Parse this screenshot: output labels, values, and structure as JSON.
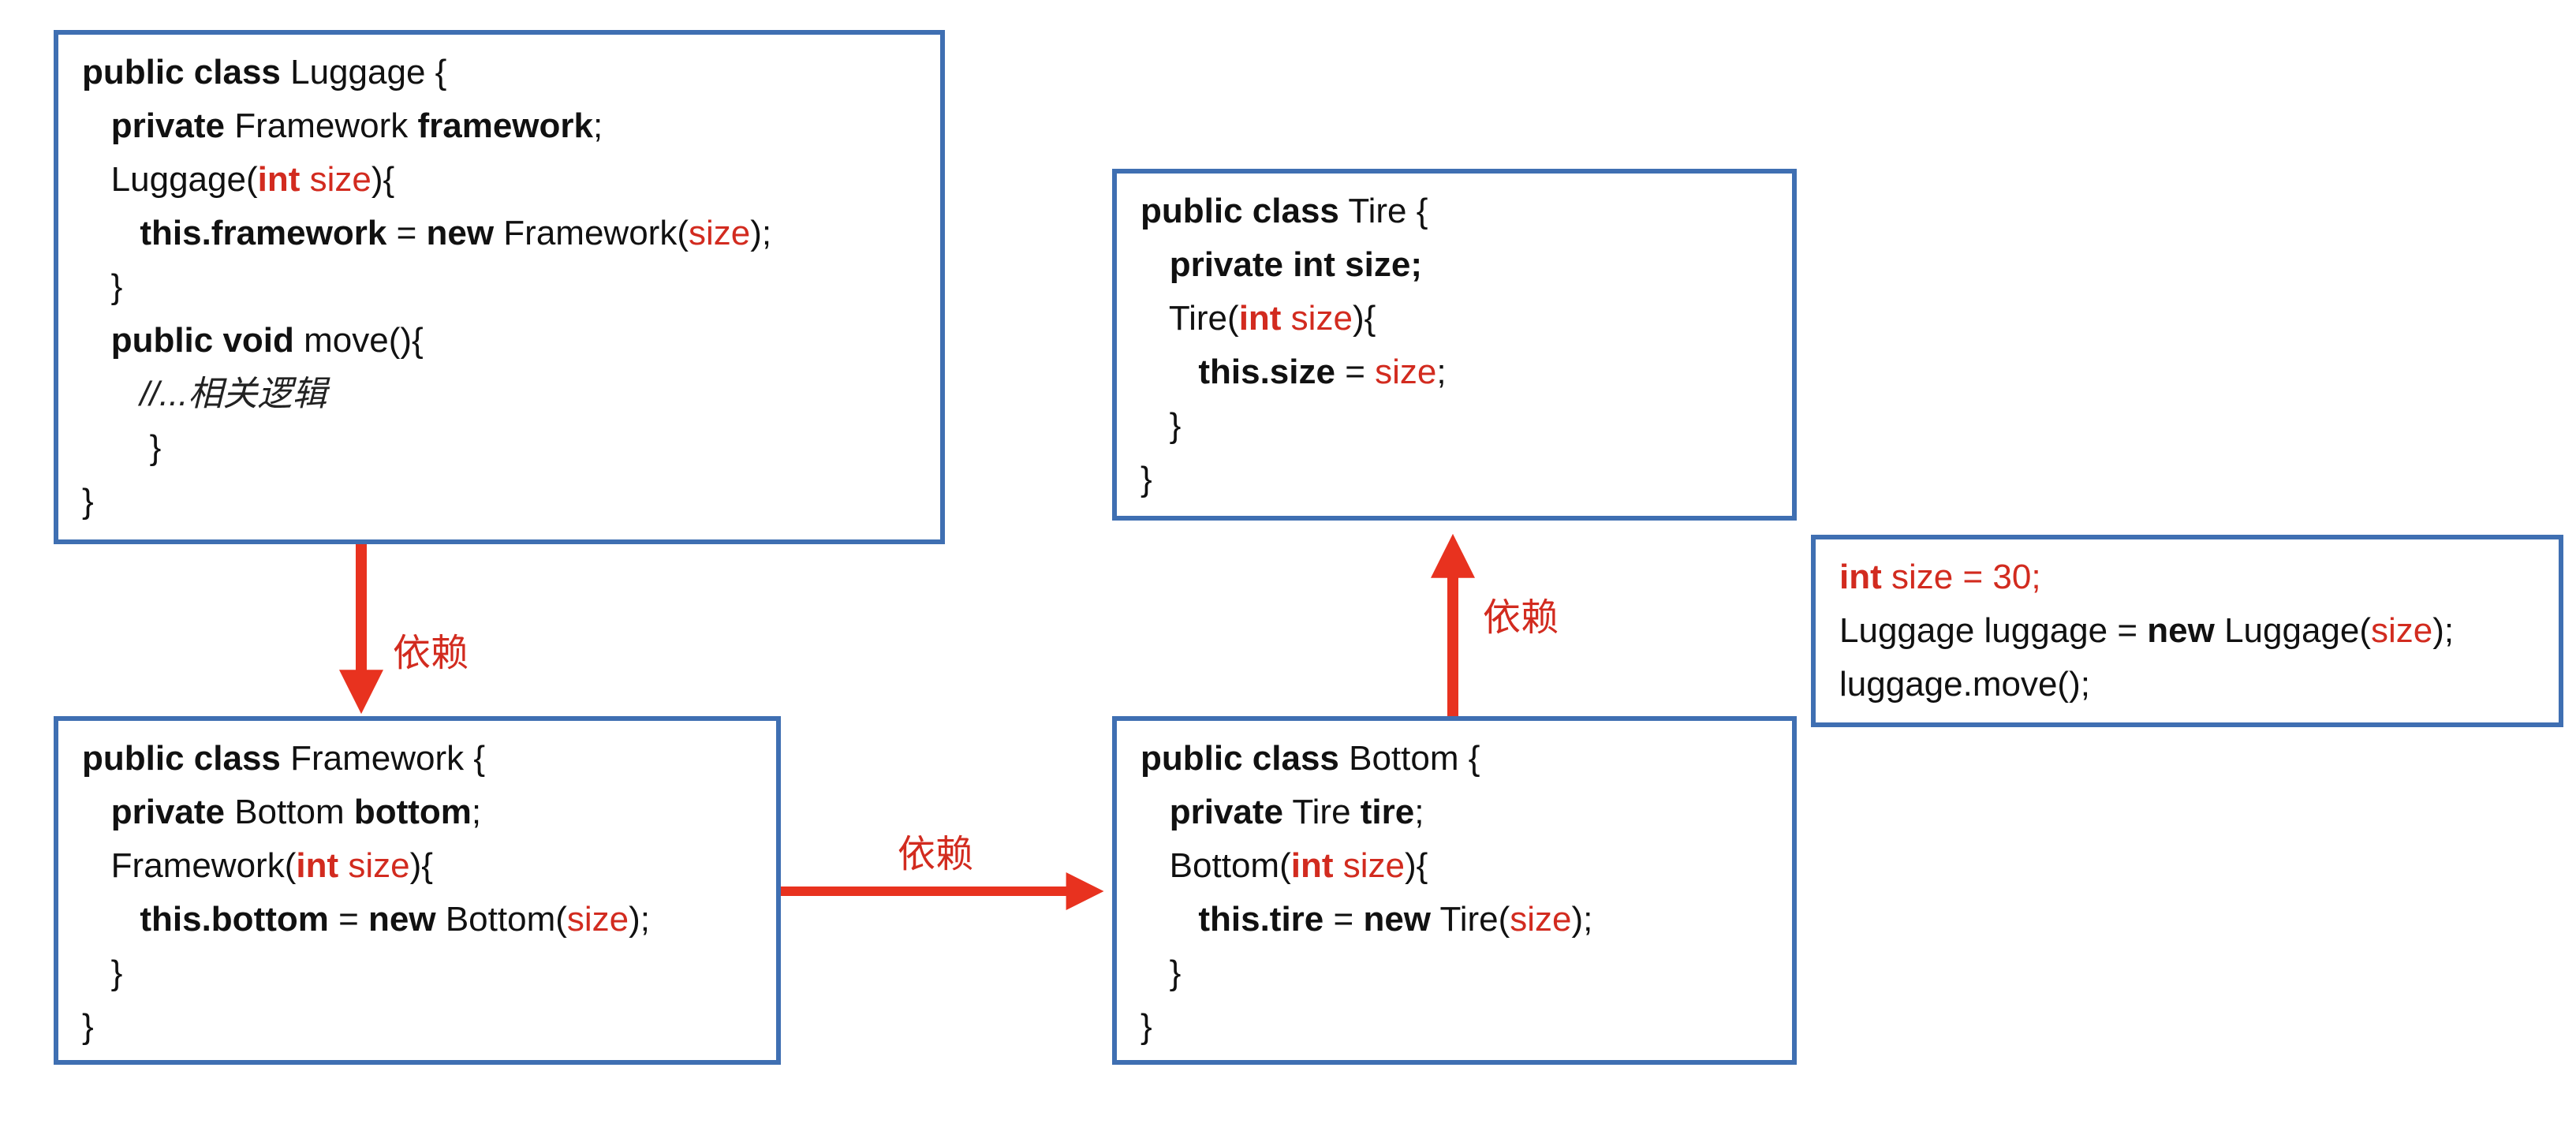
{
  "accent_color": "#d22b1f",
  "border_color": "#3f6fb2",
  "boxes": [
    {
      "id": "luggage",
      "lines": [
        [
          {
            "t": "public class",
            "s": "kw"
          },
          {
            "t": " Luggage {"
          }
        ],
        [
          {
            "t": "   "
          },
          {
            "t": "private",
            "s": "kw"
          },
          {
            "t": " Framework "
          },
          {
            "t": "framework",
            "s": "kw"
          },
          {
            "t": ";"
          }
        ],
        [
          {
            "t": "   Luggage("
          },
          {
            "t": "int",
            "s": "red-bold"
          },
          {
            "t": " size",
            "s": "red"
          },
          {
            "t": "){"
          }
        ],
        [
          {
            "t": "      "
          },
          {
            "t": "this.framework",
            "s": "kw"
          },
          {
            "t": " = "
          },
          {
            "t": "new",
            "s": "kw"
          },
          {
            "t": " Framework("
          },
          {
            "t": "size",
            "s": "red"
          },
          {
            "t": ");"
          }
        ],
        [
          {
            "t": "   }"
          }
        ],
        [
          {
            "t": "   "
          },
          {
            "t": "public void",
            "s": "kw"
          },
          {
            "t": " move(){"
          }
        ],
        [
          {
            "t": "      "
          },
          {
            "t": "//...相关逻辑",
            "s": "cm"
          }
        ],
        [
          {
            "t": "       }"
          }
        ],
        [
          {
            "t": "}"
          }
        ]
      ]
    },
    {
      "id": "framework",
      "lines": [
        [
          {
            "t": "public class",
            "s": "kw"
          },
          {
            "t": " Framework {"
          }
        ],
        [
          {
            "t": "   "
          },
          {
            "t": "private",
            "s": "kw"
          },
          {
            "t": " Bottom "
          },
          {
            "t": "bottom",
            "s": "kw"
          },
          {
            "t": ";"
          }
        ],
        [
          {
            "t": "   Framework("
          },
          {
            "t": "int",
            "s": "red-bold"
          },
          {
            "t": " size",
            "s": "red"
          },
          {
            "t": "){"
          }
        ],
        [
          {
            "t": "      "
          },
          {
            "t": "this.bottom",
            "s": "kw"
          },
          {
            "t": " = "
          },
          {
            "t": "new",
            "s": "kw"
          },
          {
            "t": " Bottom("
          },
          {
            "t": "size",
            "s": "red"
          },
          {
            "t": ");"
          }
        ],
        [
          {
            "t": "   }"
          }
        ],
        [
          {
            "t": "}"
          }
        ]
      ]
    },
    {
      "id": "tire",
      "lines": [
        [
          {
            "t": "public class",
            "s": "kw"
          },
          {
            "t": " Tire {"
          }
        ],
        [
          {
            "t": "   "
          },
          {
            "t": "private int size;",
            "s": "kw"
          }
        ],
        [
          {
            "t": "   Tire("
          },
          {
            "t": "int",
            "s": "red-bold"
          },
          {
            "t": " size",
            "s": "red"
          },
          {
            "t": "){"
          }
        ],
        [
          {
            "t": "      "
          },
          {
            "t": "this.size",
            "s": "kw"
          },
          {
            "t": " = "
          },
          {
            "t": "size",
            "s": "red"
          },
          {
            "t": ";"
          }
        ],
        [
          {
            "t": "   }"
          }
        ],
        [
          {
            "t": "}"
          }
        ]
      ]
    },
    {
      "id": "bottom",
      "lines": [
        [
          {
            "t": "public class",
            "s": "kw"
          },
          {
            "t": " Bottom {"
          }
        ],
        [
          {
            "t": "   "
          },
          {
            "t": "private",
            "s": "kw"
          },
          {
            "t": " Tire "
          },
          {
            "t": "tire",
            "s": "kw"
          },
          {
            "t": ";"
          }
        ],
        [
          {
            "t": "   Bottom("
          },
          {
            "t": "int",
            "s": "red-bold"
          },
          {
            "t": " size",
            "s": "red"
          },
          {
            "t": "){"
          }
        ],
        [
          {
            "t": "      "
          },
          {
            "t": "this.tire",
            "s": "kw"
          },
          {
            "t": " = "
          },
          {
            "t": "new",
            "s": "kw"
          },
          {
            "t": " Tire("
          },
          {
            "t": "size",
            "s": "red"
          },
          {
            "t": ");"
          }
        ],
        [
          {
            "t": "   }"
          }
        ],
        [
          {
            "t": "}"
          }
        ]
      ]
    },
    {
      "id": "main",
      "lines": [
        [
          {
            "t": "int",
            "s": "red-bold"
          },
          {
            "t": " size = 30;",
            "s": "red"
          }
        ],
        [
          {
            "t": "Luggage luggage = "
          },
          {
            "t": "new",
            "s": "kw"
          },
          {
            "t": " Luggage("
          },
          {
            "t": "size",
            "s": "red"
          },
          {
            "t": ");"
          }
        ],
        [
          {
            "t": "luggage.move();"
          }
        ]
      ]
    }
  ],
  "arrows": {
    "luggage_to_framework": "依赖",
    "framework_to_bottom": "依赖",
    "bottom_to_tire": "依赖"
  }
}
